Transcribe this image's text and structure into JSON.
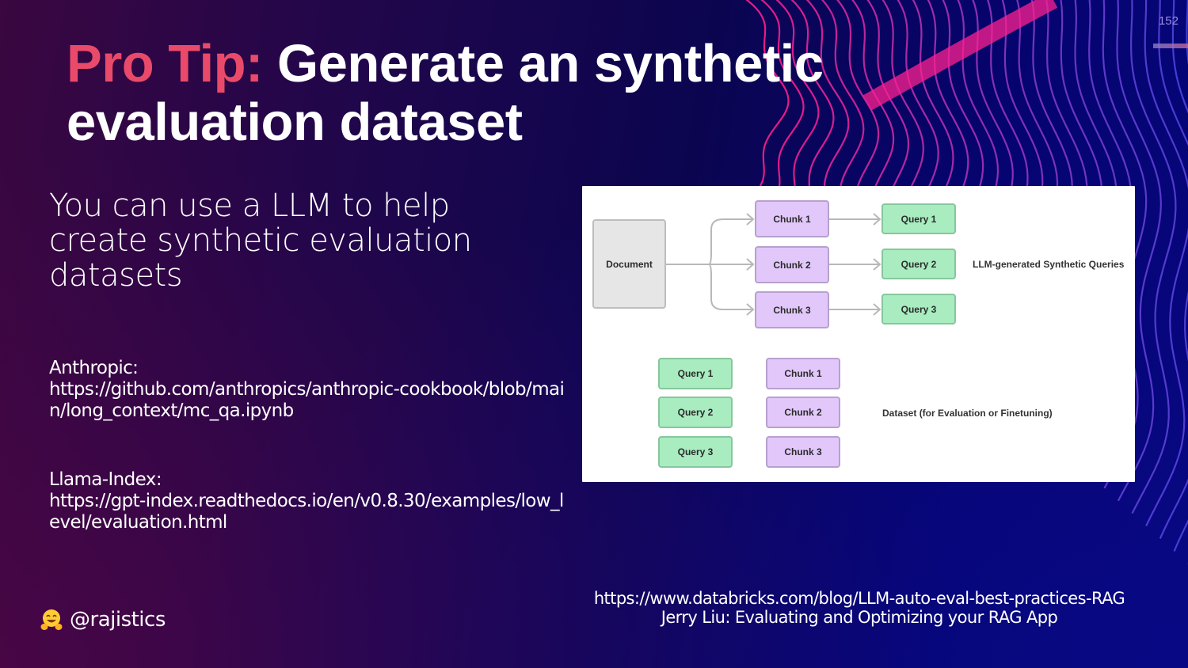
{
  "slide": {
    "number": "152",
    "title_accent": "Pro Tip:",
    "title_rest": " Generate an synthetic evaluation dataset",
    "subtitle": "You can use a LLM to help create synthetic evaluation datasets",
    "references": [
      {
        "source": "Anthropic:",
        "url": "https://github.com/anthropics/anthropic-cookbook/blob/main/long_context/mc_qa.ipynb"
      },
      {
        "source": "Llama-Index:",
        "url": "https://gpt-index.readthedocs.io/en/v0.8.30/examples/low_level/evaluation.html"
      }
    ],
    "footer": {
      "handle_icon": "hugging-face-emoji-icon",
      "handle": "@rajistics",
      "link": "https://www.databricks.com/blog/LLM-auto-eval-best-practices-RAG",
      "credit": "Jerry Liu:  Evaluating and Optimizing your RAG App"
    },
    "colors": {
      "accent": "#ea4a6a",
      "wave": "#ff1f8f",
      "chunk_fill": "#e2c8fa",
      "query_fill": "#a8ecc0",
      "document_fill": "#e6e6e6"
    }
  },
  "diagram": {
    "document": "Document",
    "chunks": [
      "Chunk 1",
      "Chunk 2",
      "Chunk 3"
    ],
    "queries": [
      "Query 1",
      "Query 2",
      "Query 3"
    ],
    "queries_label": "LLM-generated Synthetic Queries",
    "dataset": {
      "queries": [
        "Query 1",
        "Query 2",
        "Query 3"
      ],
      "chunks": [
        "Chunk 1",
        "Chunk 2",
        "Chunk 3"
      ],
      "label": "Dataset (for Evaluation or Finetuning)"
    }
  }
}
